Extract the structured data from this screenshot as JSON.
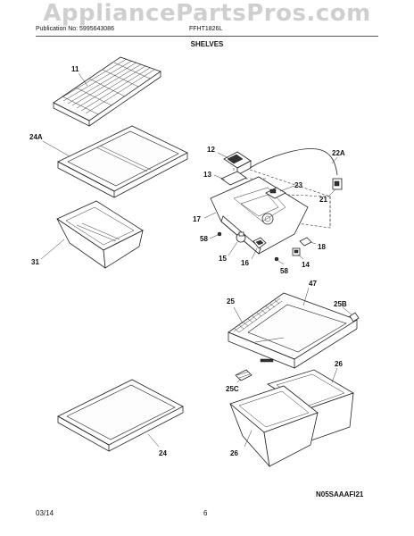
{
  "watermark": "AppliancePartsPros.com",
  "header": {
    "publication": "Publication No: 5995643086",
    "model": "FFHT1826L",
    "section": "SHELVES"
  },
  "diagram_code": "N05SAAAFI21",
  "footer": {
    "date": "03/14",
    "page": "6"
  },
  "callouts": {
    "p11": "11",
    "p24a": "24A",
    "p31": "31",
    "p12": "12",
    "p13": "13",
    "p17": "17",
    "p58a": "58",
    "p15": "15",
    "p16": "16",
    "p58b": "58",
    "p14": "14",
    "p18": "18",
    "p23": "23",
    "p21": "21",
    "p22a": "22A",
    "p25": "25",
    "p47": "47",
    "p25b": "25B",
    "p25c": "25C",
    "p26a": "26",
    "p26b": "26",
    "p24": "24"
  }
}
